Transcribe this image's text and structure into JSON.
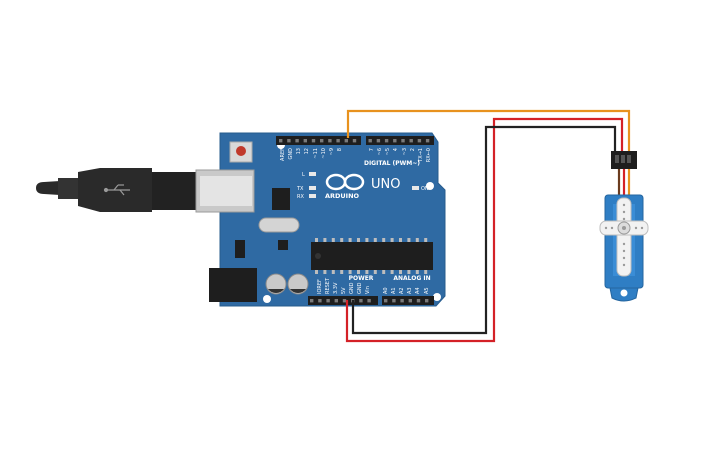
{
  "board": {
    "logo_text": "UNO",
    "brand": "ARDUINO",
    "digital_label": "DIGITAL (PWM~)",
    "power_label": "POWER",
    "analog_label": "ANALOG IN",
    "on_label": "ON",
    "led_l": "L",
    "led_tx": "TX",
    "led_rx": "RX",
    "digital_pins": [
      "AREF",
      "GND",
      "13",
      "12",
      "~11",
      "~10",
      "~9",
      "8",
      "7",
      "~6",
      "~5",
      "4",
      "~3",
      "2",
      "TX→1",
      "RX←0"
    ],
    "power_pins": [
      "IOREF",
      "RESET",
      "3.3V",
      "5V",
      "GND",
      "GND",
      "Vin"
    ],
    "analog_pins": [
      "A0",
      "A1",
      "A2",
      "A3",
      "A4",
      "A5"
    ]
  },
  "colors": {
    "board": "#2f6aa3",
    "board_edge": "#275c8e",
    "signal_wire": "#e8921e",
    "power_wire": "#d42127",
    "ground_wire": "#222222",
    "servo_body": "#2f7ec4",
    "usb_cable": "#2a2a2a"
  },
  "wires": [
    {
      "name": "signal",
      "from": "~9",
      "to": "servo-signal"
    },
    {
      "name": "power",
      "from": "5V",
      "to": "servo-power"
    },
    {
      "name": "ground",
      "from": "GND",
      "to": "servo-ground"
    }
  ],
  "icons": [
    "usb-symbol-icon",
    "arduino-infinity-icon"
  ]
}
